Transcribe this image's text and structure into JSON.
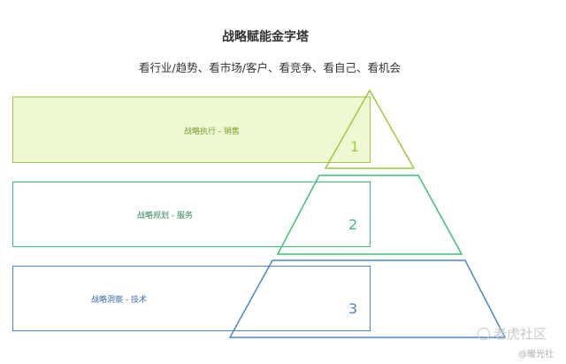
{
  "title": "战略赋能金字塔",
  "subtitle": "看行业/趋势、看市场/客户、看竞争、看自己、看机会",
  "layers": [
    {
      "number": "1",
      "label": "战略执行 - 销售",
      "color": "#9fc93a",
      "fill": "#eef9d4"
    },
    {
      "number": "2",
      "label": "战略规划 - 服务",
      "color": "#3cc07a",
      "fill": "#ffffff"
    },
    {
      "number": "3",
      "label": "战略洞察 - 技术",
      "color": "#4a86c8",
      "fill": "#ffffff"
    }
  ],
  "watermark": {
    "text": "老虎社区",
    "sub": "@暖光社"
  }
}
